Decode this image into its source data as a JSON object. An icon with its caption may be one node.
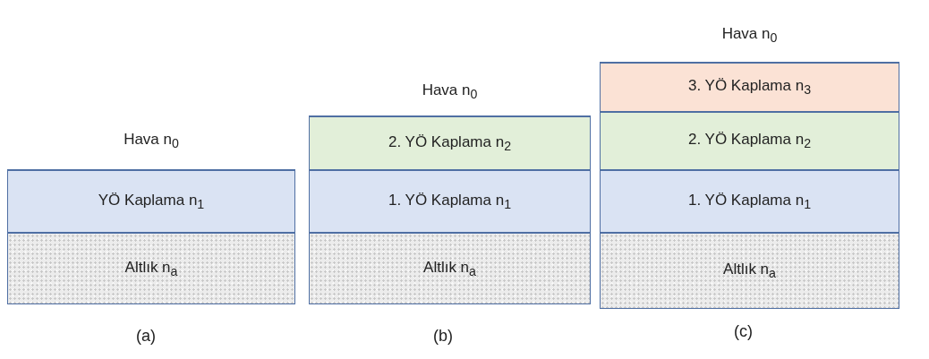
{
  "diagram": {
    "nodes": [
      {
        "text": [
          "Hava n$_{0}$"
        ]
      },
      {
        "text": [
          "YÖ Kaplama n$_{1}$"
        ]
      },
      {
        "text": [
          "Altlık n$_{a}$"
        ]
      },
      {
        "text": [
          "Hava n$_{0}$"
        ]
      },
      {
        "text": [
          "2. YÖ Kaplama n$_{2}$"
        ]
      },
      {
        "text": [
          "1. YÖ Kaplama n$_{1}$"
        ]
      },
      {
        "text": [
          "Altlık n$_{a}$"
        ]
      },
      {
        "text": [
          "Hava n$_{0}$"
        ]
      },
      {
        "text": [
          "3. YÖ Kaplama n$_{3}$"
        ]
      },
      {
        "text": [
          "2. YÖ Kaplama n$_{2}$"
        ]
      },
      {
        "text": [
          "1. YÖ Kaplama n$_{1}$"
        ]
      },
      {
        "text": [
          "Altlık n$_{a}$"
        ]
      }
    ],
    "labels": [
      "(a)",
      "(b)",
      "(c)"
    ]
  }
}
